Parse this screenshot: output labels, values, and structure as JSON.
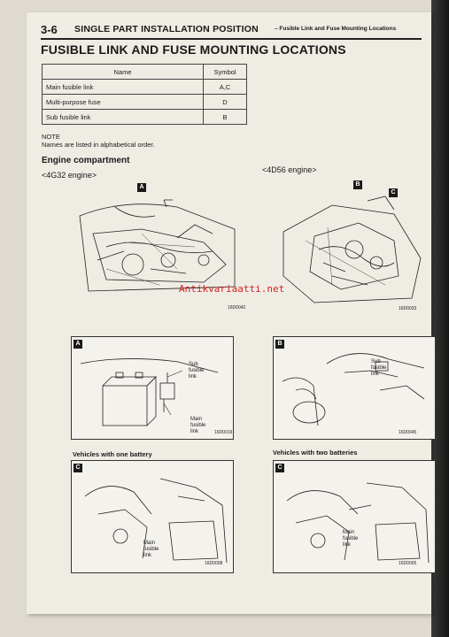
{
  "header": {
    "section_number": "3-6",
    "title": "SINGLE PART INSTALLATION POSITION",
    "subtitle": "– Fusible Link and Fuse Mounting Locations"
  },
  "main_title": "FUSIBLE LINK AND FUSE MOUNTING LOCATIONS",
  "legend_table": {
    "headers": [
      "Name",
      "Symbol"
    ],
    "rows": [
      {
        "name": "Main fusible link",
        "symbol": "A,C"
      },
      {
        "name": "Multi-purpose fuse",
        "symbol": "D"
      },
      {
        "name": "Sub fusible link",
        "symbol": "B"
      }
    ]
  },
  "note": {
    "label": "NOTE",
    "text": "Names are listed in alphabetical order."
  },
  "section_title": "Engine compartment",
  "engines": {
    "left": "<4G32 engine>",
    "right": "<4D56 engine>"
  },
  "figures": {
    "engine_4g32": {
      "tag": "A",
      "code": "16D0042"
    },
    "engine_4d56": {
      "tag_b": "B",
      "tag_c": "C",
      "code": "16D0033"
    },
    "detail_a": {
      "tag": "A",
      "code": "16D0019",
      "sub_label": "Sub\nfusible\nlink",
      "main_label": "Main\nfusible\nlink"
    },
    "detail_b": {
      "tag": "B",
      "code": "16D0045",
      "sub_label": "Sub\nfusible\nlink"
    },
    "detail_c1": {
      "heading": "Vehicles with one battery",
      "tag": "C",
      "code": "16D0008",
      "main_label": "Main\nfusible\nlink"
    },
    "detail_c2": {
      "heading": "Vehicles with two batteries",
      "tag": "C",
      "code": "16D0005",
      "main_label": "Main\nfusible\nlink"
    }
  },
  "watermark": "Antikvariaatti.net"
}
